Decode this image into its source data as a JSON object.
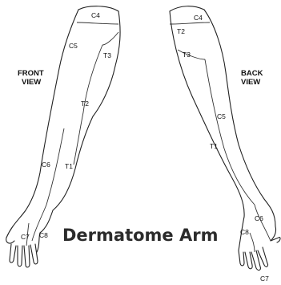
{
  "title": "Dermatome Arm",
  "front_view": {
    "heading": [
      "FRONT",
      "VIEW"
    ],
    "labels": {
      "c4": "C4",
      "c5": "C5",
      "t3": "T3",
      "t2": "T2",
      "c6": "C6",
      "t1": "T1",
      "c7": "C7",
      "c8": "C8"
    }
  },
  "back_view": {
    "heading": [
      "BACK",
      "VIEW"
    ],
    "labels": {
      "c4": "C4",
      "t2": "T2",
      "t3": "T3",
      "c5": "C5",
      "t1": "T1",
      "c6": "C6",
      "c8": "C8",
      "c7": "C7"
    }
  }
}
